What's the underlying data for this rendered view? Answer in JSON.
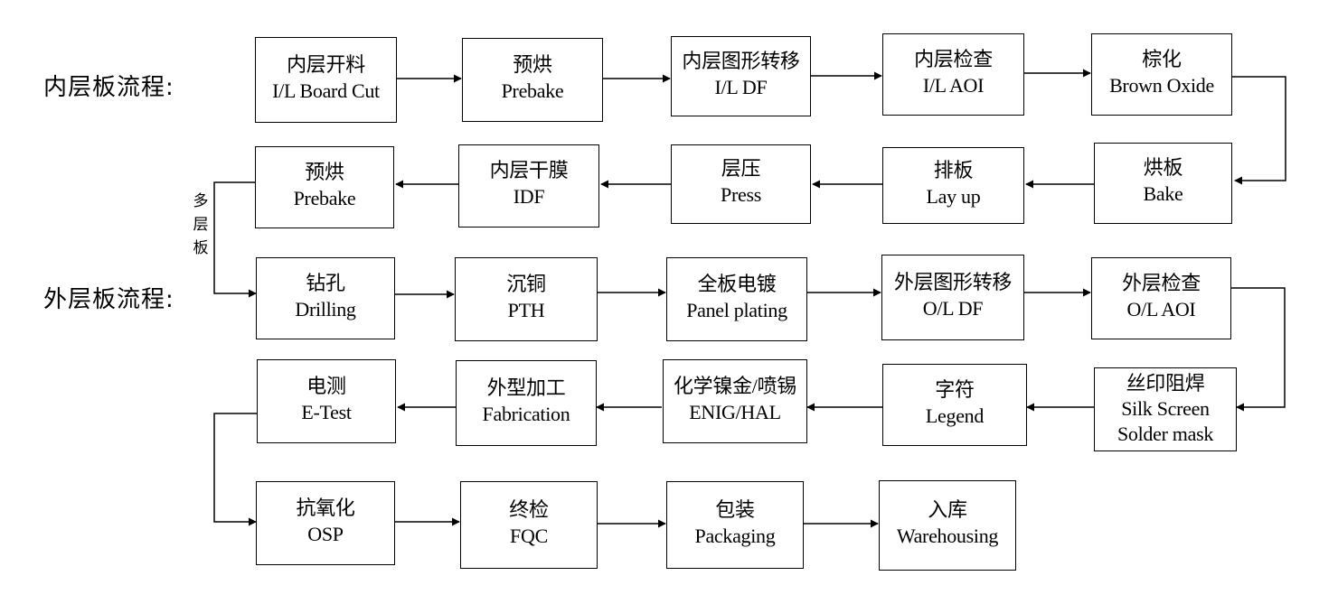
{
  "row_labels": {
    "inner": "内层板流程:",
    "outer": "外层板流程:"
  },
  "side_note": [
    "多",
    "层",
    "板"
  ],
  "steps": {
    "il_board_cut": {
      "zh": "内层开料",
      "en": "I/L Board Cut"
    },
    "prebake_1": {
      "zh": "预烘",
      "en": "Prebake"
    },
    "il_df": {
      "zh": "内层图形转移",
      "en": "I/L DF"
    },
    "il_aoi": {
      "zh": "内层检查",
      "en": "I/L AOI"
    },
    "brown_oxide": {
      "zh": "棕化",
      "en": "Brown Oxide"
    },
    "bake": {
      "zh": "烘板",
      "en": "Bake"
    },
    "lay_up": {
      "zh": "排板",
      "en": "Lay up"
    },
    "press": {
      "zh": "层压",
      "en": "Press"
    },
    "idf": {
      "zh": "内层干膜",
      "en": "IDF"
    },
    "prebake_2": {
      "zh": "预烘",
      "en": "Prebake"
    },
    "drilling": {
      "zh": "钻孔",
      "en": "Drilling"
    },
    "pth": {
      "zh": "沉铜",
      "en": "PTH"
    },
    "panel_plating": {
      "zh": "全板电镀",
      "en": "Panel plating"
    },
    "ol_df": {
      "zh": "外层图形转移",
      "en": "O/L DF"
    },
    "ol_aoi": {
      "zh": "外层检查",
      "en": "O/L AOI"
    },
    "silk_screen": {
      "zh": "丝印阻焊",
      "en": "Silk Screen",
      "en2": "Solder mask"
    },
    "legend": {
      "zh": "字符",
      "en": "Legend"
    },
    "enig_hal": {
      "zh": "化学镍金/喷锡",
      "en": "ENIG/HAL"
    },
    "fabrication": {
      "zh": "外型加工",
      "en": "Fabrication"
    },
    "e_test": {
      "zh": "电测",
      "en": "E-Test"
    },
    "osp": {
      "zh": "抗氧化",
      "en": "OSP"
    },
    "fqc": {
      "zh": "终检",
      "en": "FQC"
    },
    "packaging": {
      "zh": "包装",
      "en": "Packaging"
    },
    "warehousing": {
      "zh": "入库",
      "en": "Warehousing"
    }
  }
}
